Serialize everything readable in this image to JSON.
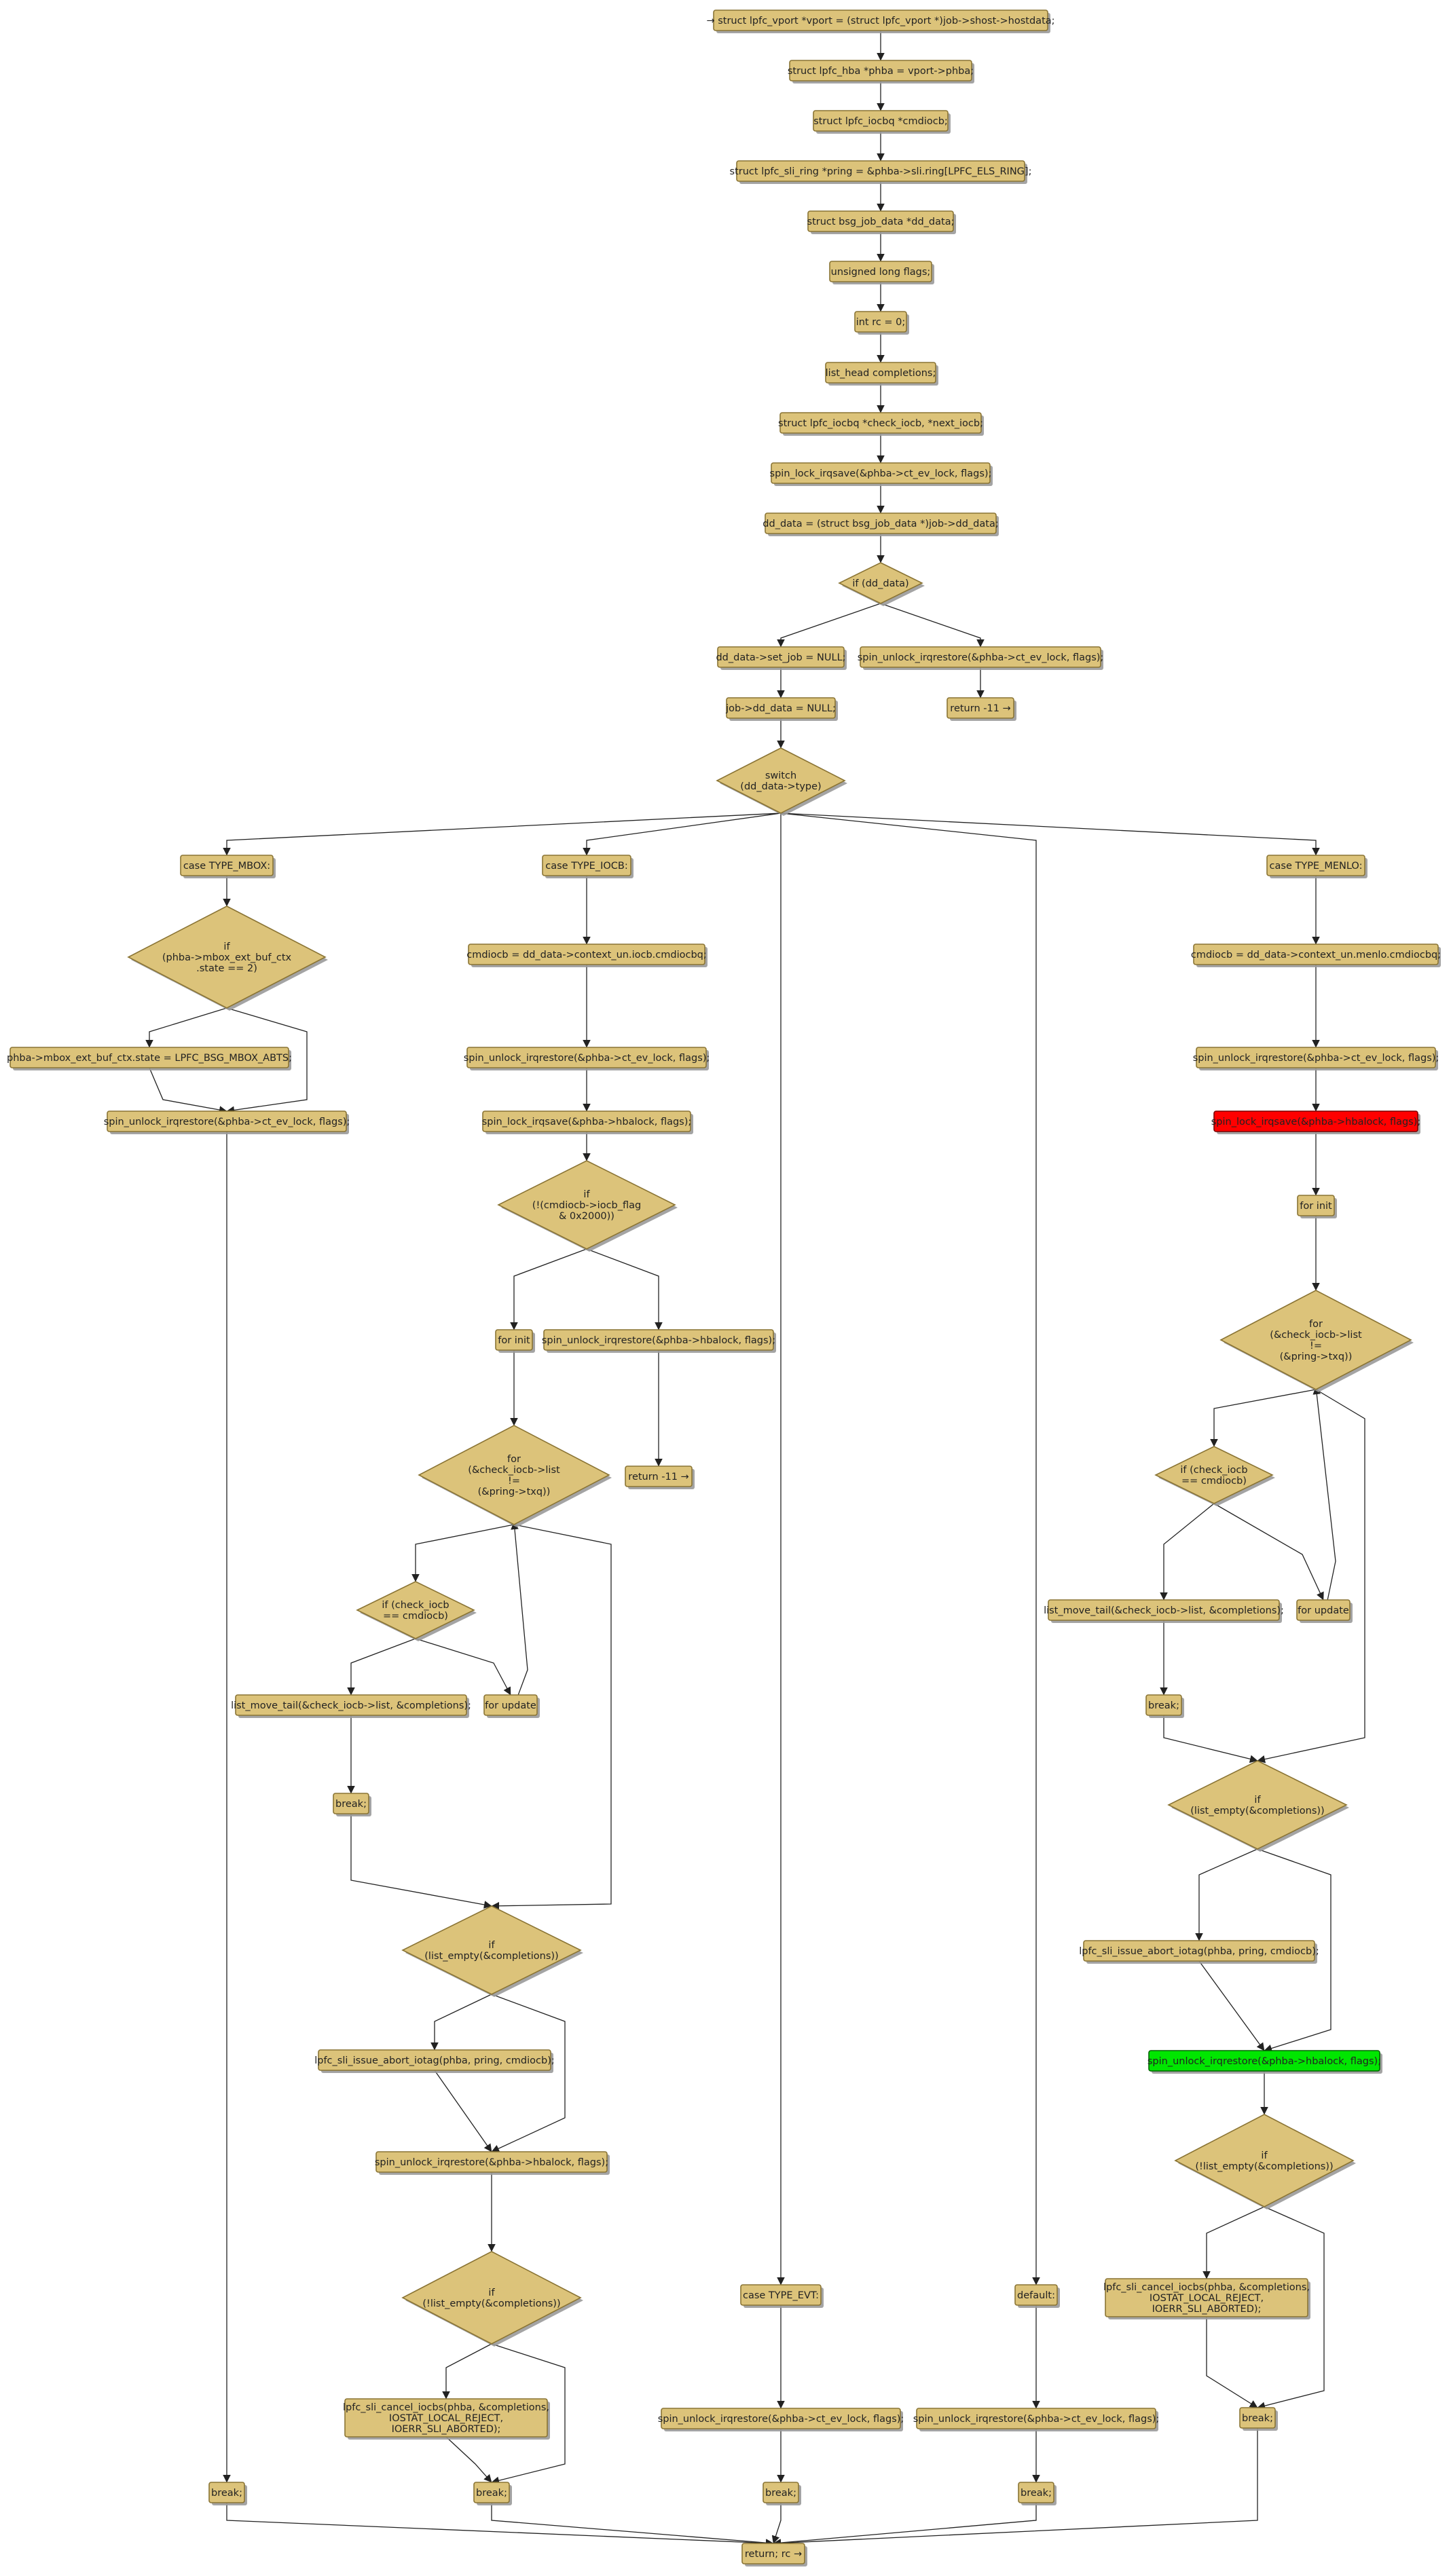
{
  "diagram": {
    "title": "",
    "nodes": [
      {
        "id": "n0",
        "shape": "box",
        "lines": [
          "→ struct lpfc_vport *vport = (struct lpfc_vport *)job->shost->hostdata;"
        ]
      },
      {
        "id": "n1",
        "shape": "box",
        "lines": [
          "struct lpfc_hba *phba = vport->phba;"
        ]
      },
      {
        "id": "n2",
        "shape": "box",
        "lines": [
          "struct lpfc_iocbq *cmdiocb;"
        ]
      },
      {
        "id": "n3",
        "shape": "box",
        "lines": [
          "struct lpfc_sli_ring *pring = &phba->sli.ring[LPFC_ELS_RING];"
        ]
      },
      {
        "id": "n4",
        "shape": "box",
        "lines": [
          "struct bsg_job_data *dd_data;"
        ]
      },
      {
        "id": "n5",
        "shape": "box",
        "lines": [
          "unsigned long flags;"
        ]
      },
      {
        "id": "n6",
        "shape": "box",
        "lines": [
          "int rc = 0;"
        ]
      },
      {
        "id": "n7",
        "shape": "box",
        "lines": [
          "list_head completions;"
        ]
      },
      {
        "id": "n8",
        "shape": "box",
        "lines": [
          "struct lpfc_iocbq *check_iocb, *next_iocb;"
        ]
      },
      {
        "id": "n9",
        "shape": "box",
        "lines": [
          "spin_lock_irqsave(&phba->ct_ev_lock, flags);"
        ]
      },
      {
        "id": "n10",
        "shape": "box",
        "lines": [
          "dd_data = (struct bsg_job_data *)job->dd_data;"
        ]
      },
      {
        "id": "n11",
        "shape": "diamond",
        "lines": [
          "if (dd_data)"
        ]
      },
      {
        "id": "n12",
        "shape": "box",
        "lines": [
          "dd_data->set_job = NULL;"
        ]
      },
      {
        "id": "n13",
        "shape": "box",
        "lines": [
          "spin_unlock_irqrestore(&phba->ct_ev_lock, flags);"
        ]
      },
      {
        "id": "n14",
        "shape": "box",
        "lines": [
          "job->dd_data = NULL;"
        ]
      },
      {
        "id": "n15",
        "shape": "box",
        "lines": [
          "return -11 →"
        ]
      },
      {
        "id": "n16",
        "shape": "diamond",
        "lines": [
          "switch",
          "(dd_data->type)"
        ]
      },
      {
        "id": "m1",
        "shape": "box",
        "lines": [
          "case TYPE_MBOX:"
        ]
      },
      {
        "id": "m2",
        "shape": "diamond",
        "lines": [
          "if",
          "(phba->mbox_ext_buf_ctx",
          ".state == 2)"
        ]
      },
      {
        "id": "m3",
        "shape": "box",
        "lines": [
          "phba->mbox_ext_buf_ctx.state = LPFC_BSG_MBOX_ABTS;"
        ]
      },
      {
        "id": "m4",
        "shape": "box",
        "lines": [
          "spin_unlock_irqrestore(&phba->ct_ev_lock, flags);"
        ]
      },
      {
        "id": "m5",
        "shape": "box",
        "lines": [
          "break;"
        ]
      },
      {
        "id": "i1",
        "shape": "box",
        "lines": [
          "case TYPE_IOCB:"
        ]
      },
      {
        "id": "i2",
        "shape": "box",
        "lines": [
          "cmdiocb = dd_data->context_un.iocb.cmdiocbq;"
        ]
      },
      {
        "id": "i3",
        "shape": "box",
        "lines": [
          "spin_unlock_irqrestore(&phba->ct_ev_lock, flags);"
        ]
      },
      {
        "id": "i4",
        "shape": "box",
        "lines": [
          "spin_lock_irqsave(&phba->hbalock, flags);"
        ]
      },
      {
        "id": "i5",
        "shape": "diamond",
        "lines": [
          "if",
          "(!(cmdiocb->iocb_flag",
          "& 0x2000))"
        ]
      },
      {
        "id": "i6",
        "shape": "box",
        "lines": [
          "for init"
        ]
      },
      {
        "id": "i7",
        "shape": "box",
        "lines": [
          "spin_unlock_irqrestore(&phba->hbalock, flags);"
        ]
      },
      {
        "id": "i8",
        "shape": "diamond",
        "lines": [
          "for",
          "(&check_iocb->list",
          "!=",
          "(&pring->txq))"
        ]
      },
      {
        "id": "i9",
        "shape": "box",
        "lines": [
          "return -11 →"
        ]
      },
      {
        "id": "i10",
        "shape": "diamond",
        "lines": [
          "if (check_iocb",
          "== cmdiocb)"
        ]
      },
      {
        "id": "i11",
        "shape": "box",
        "lines": [
          "list_move_tail(&check_iocb->list, &completions);"
        ]
      },
      {
        "id": "i12",
        "shape": "box",
        "lines": [
          "for update"
        ]
      },
      {
        "id": "i13",
        "shape": "box",
        "lines": [
          "break;"
        ]
      },
      {
        "id": "i14",
        "shape": "diamond",
        "lines": [
          "if",
          "(list_empty(&completions))"
        ]
      },
      {
        "id": "i15",
        "shape": "box",
        "lines": [
          "lpfc_sli_issue_abort_iotag(phba, pring, cmdiocb);"
        ]
      },
      {
        "id": "i16",
        "shape": "box",
        "lines": [
          "spin_unlock_irqrestore(&phba->hbalock, flags);"
        ]
      },
      {
        "id": "i17",
        "shape": "diamond",
        "lines": [
          "if",
          "(!list_empty(&completions))"
        ]
      },
      {
        "id": "i18",
        "shape": "box",
        "lines": [
          "lpfc_sli_cancel_iocbs(phba, &completions,",
          "IOSTAT_LOCAL_REJECT,",
          "IOERR_SLI_ABORTED);"
        ]
      },
      {
        "id": "i19",
        "shape": "box",
        "lines": [
          "break;"
        ]
      },
      {
        "id": "e1",
        "shape": "box",
        "lines": [
          "case TYPE_EVT:"
        ]
      },
      {
        "id": "e2",
        "shape": "box",
        "lines": [
          "spin_unlock_irqrestore(&phba->ct_ev_lock, flags);"
        ]
      },
      {
        "id": "e3",
        "shape": "box",
        "lines": [
          "break;"
        ]
      },
      {
        "id": "d1",
        "shape": "box",
        "lines": [
          "default:"
        ]
      },
      {
        "id": "d2",
        "shape": "box",
        "lines": [
          "spin_unlock_irqrestore(&phba->ct_ev_lock, flags);"
        ]
      },
      {
        "id": "d3",
        "shape": "box",
        "lines": [
          "break;"
        ]
      },
      {
        "id": "u1",
        "shape": "box",
        "lines": [
          "case TYPE_MENLO:"
        ]
      },
      {
        "id": "u2",
        "shape": "box",
        "lines": [
          "cmdiocb = dd_data->context_un.menlo.cmdiocbq;"
        ]
      },
      {
        "id": "u3",
        "shape": "box",
        "lines": [
          "spin_unlock_irqrestore(&phba->ct_ev_lock, flags);"
        ]
      },
      {
        "id": "u4",
        "shape": "box",
        "color": "#ff0000",
        "lines": [
          "spin_lock_irqsave(&phba->hbalock, flags);"
        ]
      },
      {
        "id": "u5",
        "shape": "box",
        "lines": [
          "for init"
        ]
      },
      {
        "id": "u6",
        "shape": "diamond",
        "lines": [
          "for",
          "(&check_iocb->list",
          "!=",
          "(&pring->txq))"
        ]
      },
      {
        "id": "u7",
        "shape": "diamond",
        "lines": [
          "if (check_iocb",
          "== cmdiocb)"
        ]
      },
      {
        "id": "u8",
        "shape": "box",
        "lines": [
          "list_move_tail(&check_iocb->list, &completions);"
        ]
      },
      {
        "id": "u9",
        "shape": "box",
        "lines": [
          "for update"
        ]
      },
      {
        "id": "u10",
        "shape": "box",
        "lines": [
          "break;"
        ]
      },
      {
        "id": "u11",
        "shape": "diamond",
        "lines": [
          "if",
          "(list_empty(&completions))"
        ]
      },
      {
        "id": "u12",
        "shape": "box",
        "lines": [
          "lpfc_sli_issue_abort_iotag(phba, pring, cmdiocb);"
        ]
      },
      {
        "id": "u13",
        "shape": "box",
        "color": "#00e600",
        "lines": [
          "spin_unlock_irqrestore(&phba->hbalock, flags);"
        ]
      },
      {
        "id": "u14",
        "shape": "diamond",
        "lines": [
          "if",
          "(!list_empty(&completions))"
        ]
      },
      {
        "id": "u15",
        "shape": "box",
        "lines": [
          "lpfc_sli_cancel_iocbs(phba, &completions,",
          "IOSTAT_LOCAL_REJECT,",
          "IOERR_SLI_ABORTED);"
        ]
      },
      {
        "id": "u16",
        "shape": "box",
        "lines": [
          "break;"
        ]
      },
      {
        "id": "r",
        "shape": "box",
        "lines": [
          "return; rc →"
        ]
      }
    ],
    "edges": [
      [
        "n0",
        "n1"
      ],
      [
        "n1",
        "n2"
      ],
      [
        "n2",
        "n3"
      ],
      [
        "n3",
        "n4"
      ],
      [
        "n4",
        "n5"
      ],
      [
        "n5",
        "n6"
      ],
      [
        "n6",
        "n7"
      ],
      [
        "n7",
        "n8"
      ],
      [
        "n8",
        "n9"
      ],
      [
        "n9",
        "n10"
      ],
      [
        "n10",
        "n11"
      ],
      [
        "n11",
        "n12"
      ],
      [
        "n11",
        "n13"
      ],
      [
        "n12",
        "n14"
      ],
      [
        "n13",
        "n15"
      ],
      [
        "n14",
        "n16"
      ],
      [
        "n16",
        "m1"
      ],
      [
        "n16",
        "i1"
      ],
      [
        "n16",
        "e1"
      ],
      [
        "n16",
        "d1"
      ],
      [
        "n16",
        "u1"
      ],
      [
        "m1",
        "m2"
      ],
      [
        "m2",
        "m3"
      ],
      [
        "m2",
        "m4"
      ],
      [
        "m3",
        "m4"
      ],
      [
        "m4",
        "m5"
      ],
      [
        "m5",
        "r"
      ],
      [
        "i1",
        "i2"
      ],
      [
        "i2",
        "i3"
      ],
      [
        "i3",
        "i4"
      ],
      [
        "i4",
        "i5"
      ],
      [
        "i5",
        "i6"
      ],
      [
        "i5",
        "i7"
      ],
      [
        "i6",
        "i8"
      ],
      [
        "i7",
        "i9"
      ],
      [
        "i8",
        "i10"
      ],
      [
        "i8",
        "i14"
      ],
      [
        "i10",
        "i11"
      ],
      [
        "i10",
        "i12"
      ],
      [
        "i12",
        "i8"
      ],
      [
        "i11",
        "i13"
      ],
      [
        "i13",
        "i14"
      ],
      [
        "i14",
        "i15"
      ],
      [
        "i14",
        "i16"
      ],
      [
        "i15",
        "i16"
      ],
      [
        "i16",
        "i17"
      ],
      [
        "i17",
        "i18"
      ],
      [
        "i17",
        "i19"
      ],
      [
        "i18",
        "i19"
      ],
      [
        "i19",
        "r"
      ],
      [
        "e1",
        "e2"
      ],
      [
        "e2",
        "e3"
      ],
      [
        "e3",
        "r"
      ],
      [
        "d1",
        "d2"
      ],
      [
        "d2",
        "d3"
      ],
      [
        "d3",
        "r"
      ],
      [
        "u1",
        "u2"
      ],
      [
        "u2",
        "u3"
      ],
      [
        "u3",
        "u4"
      ],
      [
        "u4",
        "u5"
      ],
      [
        "u5",
        "u6"
      ],
      [
        "u6",
        "u7"
      ],
      [
        "u6",
        "u11"
      ],
      [
        "u7",
        "u8"
      ],
      [
        "u7",
        "u9"
      ],
      [
        "u9",
        "u6"
      ],
      [
        "u8",
        "u10"
      ],
      [
        "u10",
        "u11"
      ],
      [
        "u11",
        "u12"
      ],
      [
        "u11",
        "u13"
      ],
      [
        "u12",
        "u13"
      ],
      [
        "u13",
        "u14"
      ],
      [
        "u14",
        "u15"
      ],
      [
        "u14",
        "u16"
      ],
      [
        "u15",
        "u16"
      ],
      [
        "u16",
        "r"
      ]
    ]
  }
}
